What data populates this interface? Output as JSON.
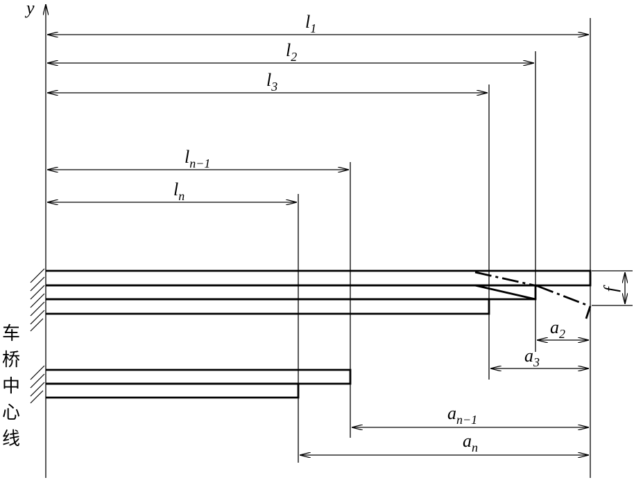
{
  "axis": {
    "y": "y"
  },
  "dimensions": {
    "l1": {
      "base": "l",
      "sub": "1"
    },
    "l2": {
      "base": "l",
      "sub": "2"
    },
    "l3": {
      "base": "l",
      "sub": "3"
    },
    "ln1": {
      "base": "l",
      "sub": "n−1"
    },
    "ln": {
      "base": "l",
      "sub": "n"
    },
    "a2": {
      "base": "a",
      "sub": "2"
    },
    "a3": {
      "base": "a",
      "sub": "3"
    },
    "an1": {
      "base": "a",
      "sub": "n−1"
    },
    "an": {
      "base": "a",
      "sub": "n"
    },
    "f": "f"
  },
  "caption": [
    "车",
    "桥",
    "中",
    "心",
    "线"
  ]
}
